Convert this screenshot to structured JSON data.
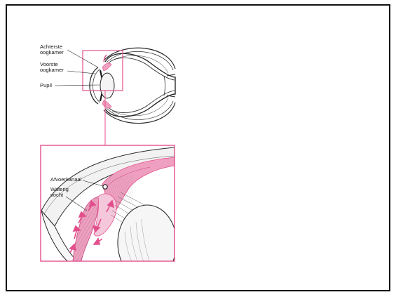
{
  "labels": {
    "achterste_oogkamer": "Achterste\noogkamer",
    "voorste_oogkamer": "Voorste\noogkamer",
    "pupil": "Pupil",
    "afvoerkanaal": "Afvoerkanaal",
    "waterig_vocht": "Waterig\nvocht"
  },
  "colors": {
    "frame": "#111111",
    "accent_pink": "#e34f8c",
    "tissue_pink": "#ef9fc0",
    "line": "#2a2a2a",
    "background": "#ffffff"
  }
}
